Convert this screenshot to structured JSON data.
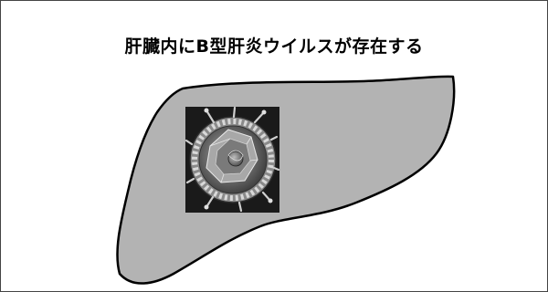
{
  "caption": "肝臓内にB型肝炎ウイルスが存在する",
  "colors": {
    "liver_fill": "#b3b3b3",
    "outline": "#000000",
    "virus_background": "#1a1a1a",
    "page_border": "#444444"
  },
  "icons": [
    "liver-illustration",
    "hepatitis-b-virus-illustration"
  ]
}
